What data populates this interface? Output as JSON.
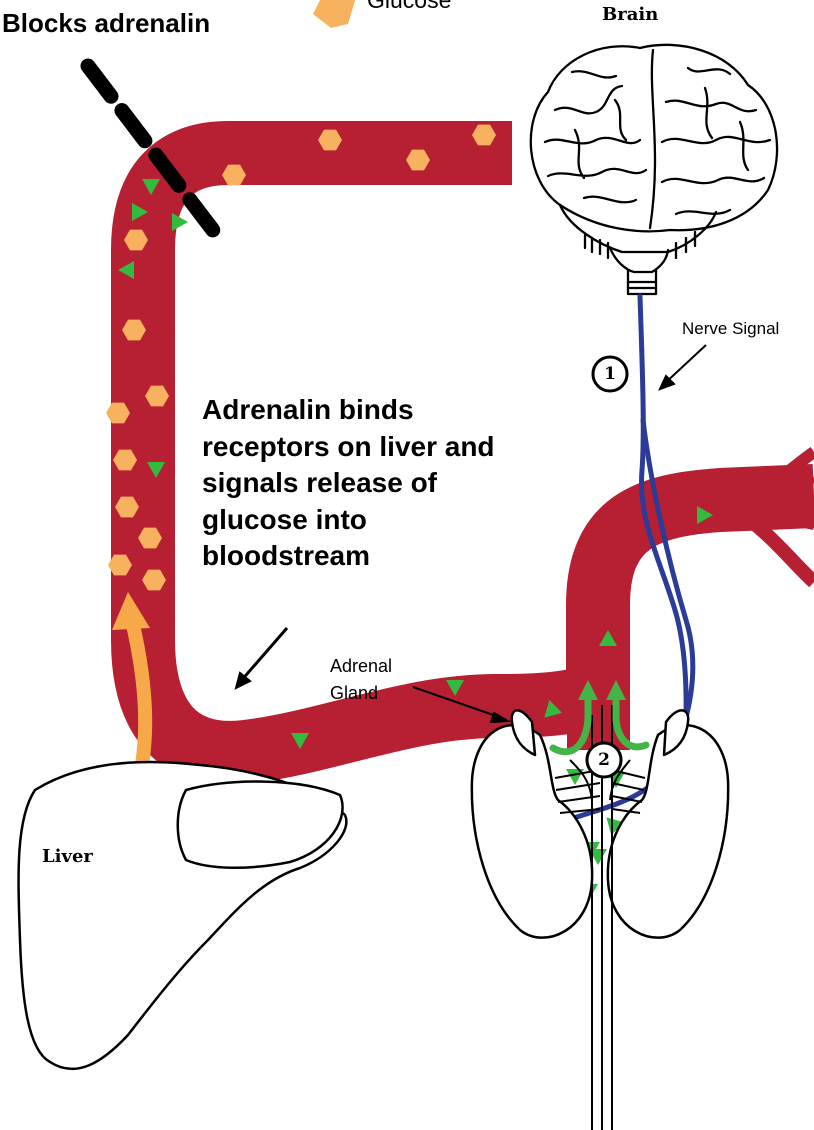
{
  "colors": {
    "blood_vessel": "#b71f32",
    "glucose": "#f8b25f",
    "adrenalin": "#33bb3f",
    "nerve": "#2a3b98",
    "glucose_release_arrow": "#f7a94a",
    "adrenal_arrows": "#45b446",
    "blocker": "#000000"
  },
  "legend": {
    "glucose_icon": "orange-hexagon",
    "glucose_label": "Glucose"
  },
  "labels": {
    "blocks_adrenalin": "Blocks adrenalin",
    "brain": "Brain",
    "nerve_signal": "Nerve Signal",
    "liver": "Liver",
    "adrenal_line1": "Adrenal",
    "adrenal_line2": "Gland",
    "step1": "1",
    "step2": "2",
    "main_caption": [
      "Adrenalin binds",
      "receptors on liver and",
      "signals release of",
      "glucose into",
      "bloodstream"
    ]
  }
}
